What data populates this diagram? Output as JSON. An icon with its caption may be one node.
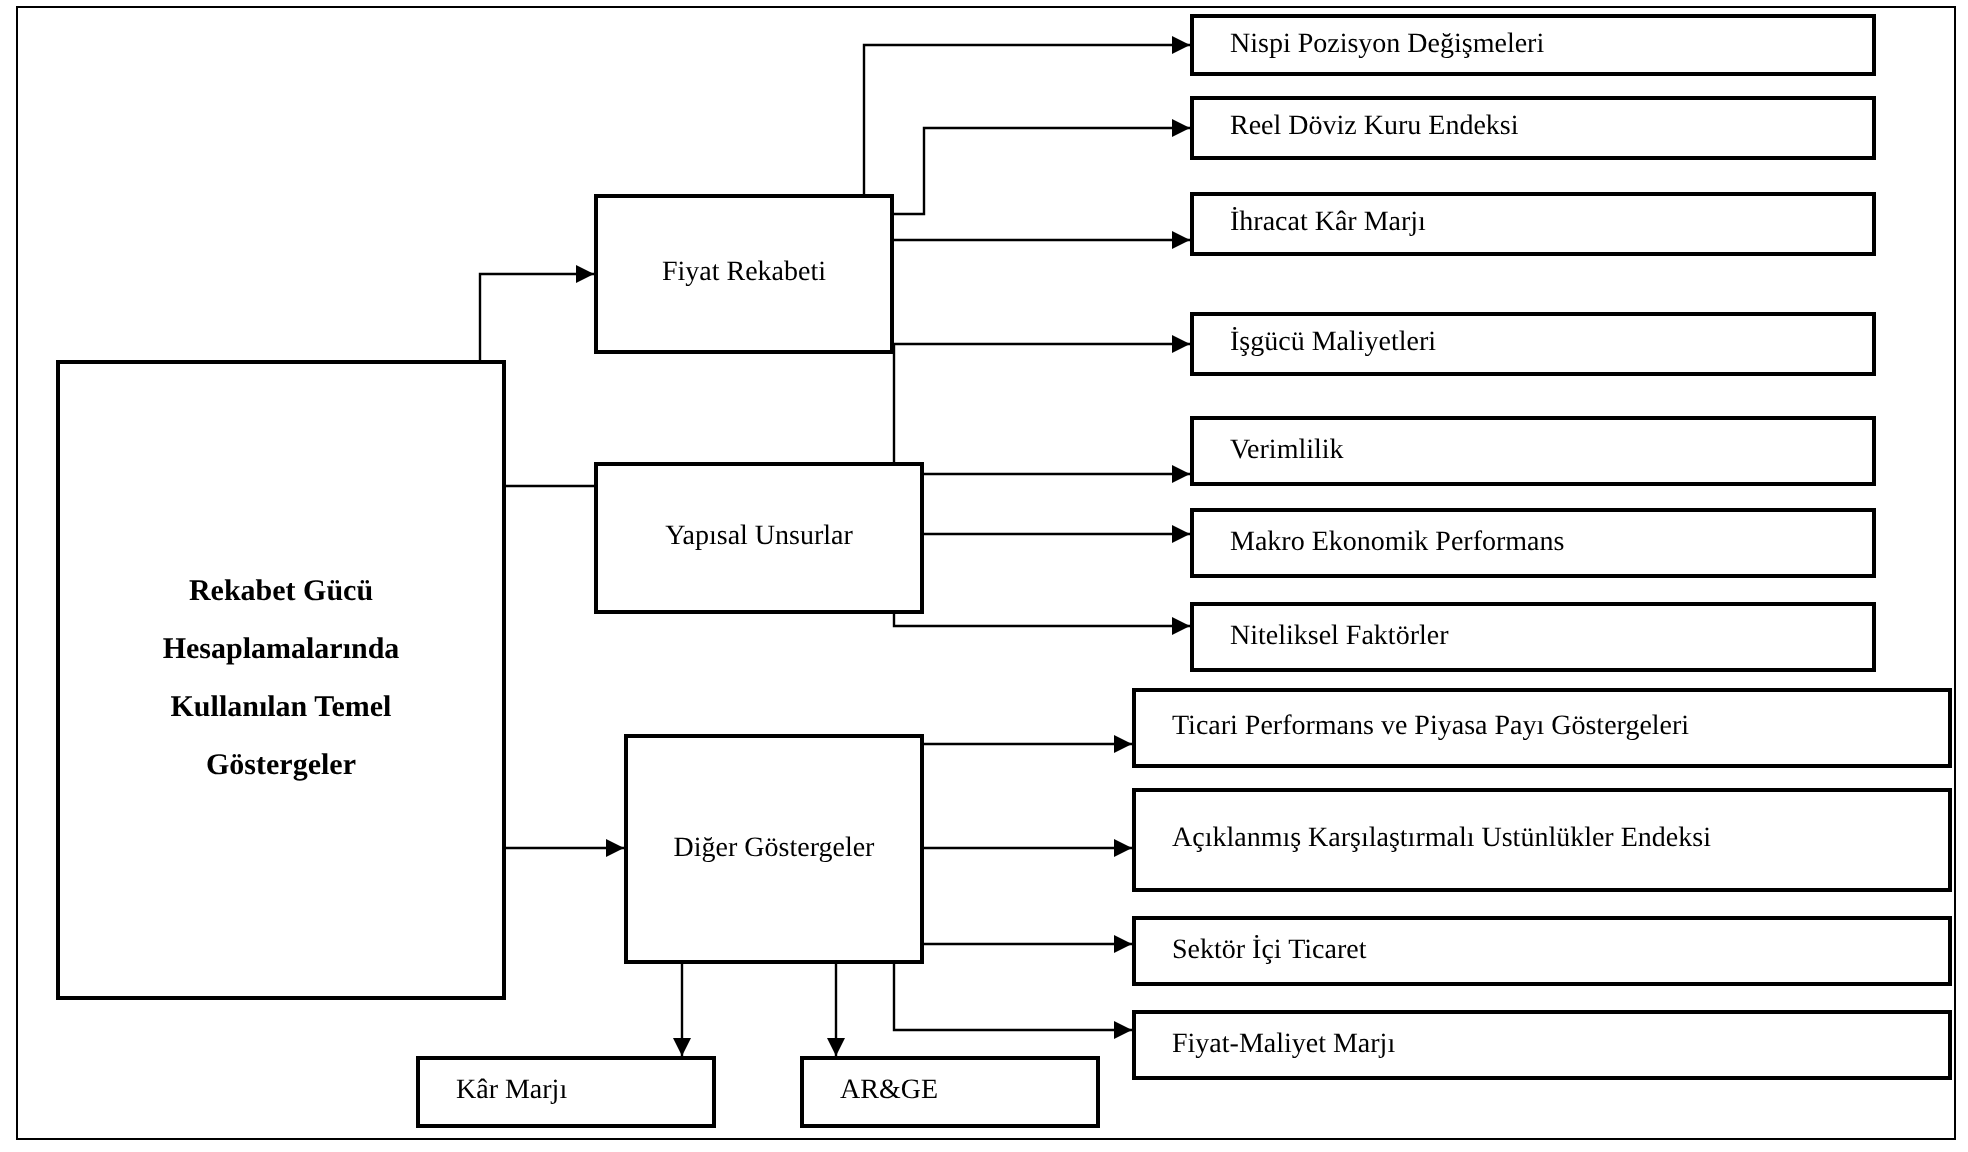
{
  "diagram": {
    "nodes": [
      {
        "text": [
          "Rekabet Gücü Hesaplamalarında Kullanılan Temel Göstergeler"
        ]
      },
      {
        "text": [
          "Fiyat Rekabeti"
        ]
      },
      {
        "text": [
          "Yapısal Unsurlar"
        ]
      },
      {
        "text": [
          "Diğer Göstergeler"
        ]
      },
      {
        "text": [
          "Nispi Pozisyon Değişmeleri"
        ]
      },
      {
        "text": [
          "Reel Döviz Kuru Endeksi"
        ]
      },
      {
        "text": [
          "İhracat Kâr Marjı"
        ]
      },
      {
        "text": [
          "İşgücü Maliyetleri"
        ]
      },
      {
        "text": [
          "Verimlilik"
        ]
      },
      {
        "text": [
          "Makro Ekonomik Performans"
        ]
      },
      {
        "text": [
          "Niteliksel Faktörler"
        ]
      },
      {
        "text": [
          "Ticari Performans ve Piyasa Payı Göstergeleri"
        ]
      },
      {
        "text": [
          "Açıklanmış Karşılaştırmalı Ustünlükler Endeksi"
        ]
      },
      {
        "text": [
          "Sektör İçi Ticaret"
        ]
      },
      {
        "text": [
          "Fiyat-Maliyet Marjı"
        ]
      },
      {
        "text": [
          "Kâr Marjı"
        ]
      },
      {
        "text": [
          "AR&GE"
        ]
      }
    ],
    "edges": [
      {
        "from": 0,
        "to": 1,
        "arrow": "to"
      },
      {
        "from": 0,
        "to": 2,
        "arrow": "none"
      },
      {
        "from": 0,
        "to": 3,
        "arrow": "to"
      },
      {
        "from": 1,
        "to": 4,
        "arrow": "to"
      },
      {
        "from": 1,
        "to": 5,
        "arrow": "to"
      },
      {
        "from": 1,
        "to": 6,
        "arrow": "to"
      },
      {
        "from": 2,
        "to": 7,
        "arrow": "to"
      },
      {
        "from": 2,
        "to": 8,
        "arrow": "to"
      },
      {
        "from": 2,
        "to": 9,
        "arrow": "to"
      },
      {
        "from": 2,
        "to": 10,
        "arrow": "to"
      },
      {
        "from": 3,
        "to": 11,
        "arrow": "to"
      },
      {
        "from": 3,
        "to": 12,
        "arrow": "to"
      },
      {
        "from": 3,
        "to": 13,
        "arrow": "to"
      },
      {
        "from": 3,
        "to": 14,
        "arrow": "to"
      },
      {
        "from": 3,
        "to": 15,
        "arrow": "to"
      },
      {
        "from": 3,
        "to": 16,
        "arrow": "to"
      }
    ]
  }
}
